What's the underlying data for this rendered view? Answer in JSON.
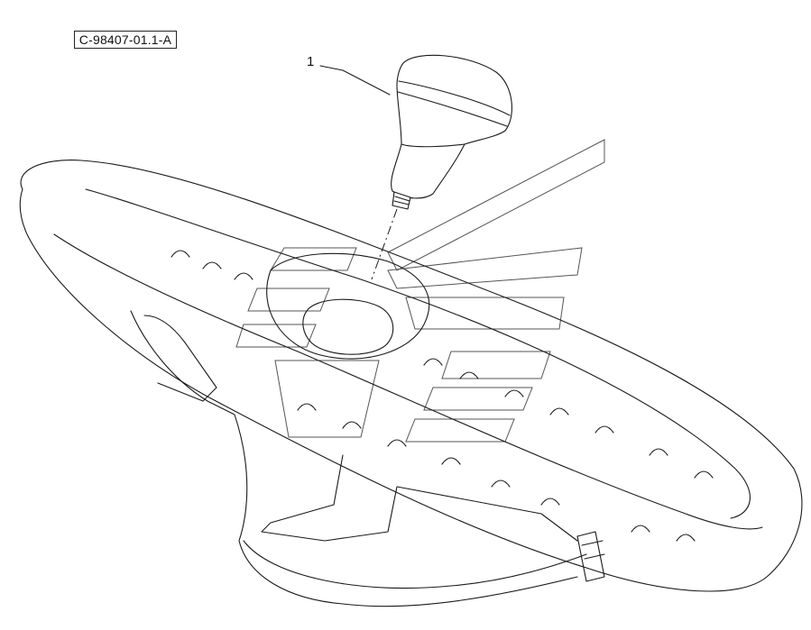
{
  "drawing": {
    "reference_code": "C-98407-01.1-A",
    "callouts": [
      {
        "label": "1",
        "part": "knob"
      }
    ]
  }
}
